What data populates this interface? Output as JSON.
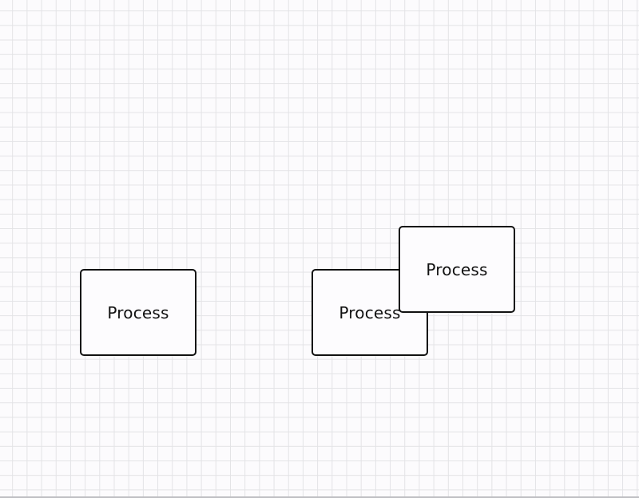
{
  "canvas": {
    "background_color": "#fcfbfd",
    "grid_color": "#e3e3e6",
    "nodes": [
      {
        "id": "node-1",
        "label": "Process"
      },
      {
        "id": "node-2",
        "label": "Process"
      },
      {
        "id": "node-3",
        "label": "Process"
      }
    ]
  }
}
